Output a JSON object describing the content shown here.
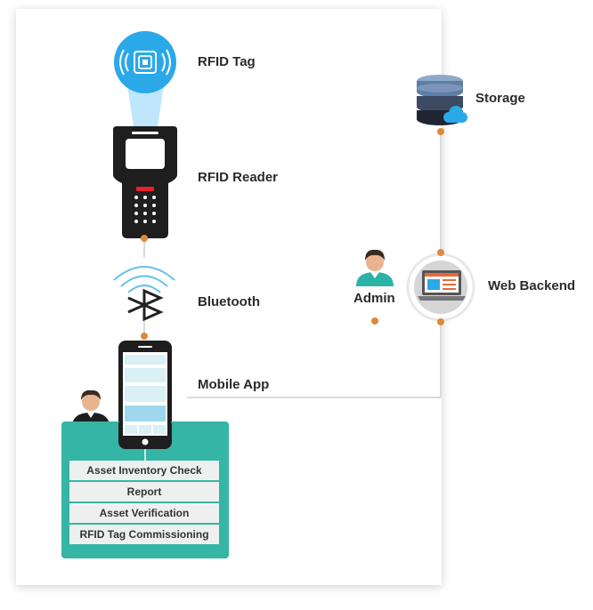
{
  "nodes": {
    "rfid_tag": "RFID Tag",
    "rfid_reader": "RFID Reader",
    "bluetooth": "Bluetooth",
    "mobile_app": "Mobile App",
    "storage": "Storage",
    "admin": "Admin",
    "web_backend": "Web Backend"
  },
  "mobile_functions": [
    "Asset Inventory Check",
    "Report",
    "Asset Verification",
    "RFID Tag Commissioning"
  ],
  "colors": {
    "accent_blue": "#2ba8e8",
    "teal_panel": "#35b5a5",
    "connector_dot": "#e0883a",
    "connector_line": "#cfcfcf",
    "reader_body": "#1e1e1e",
    "reader_key": "#e8202a"
  },
  "icons": [
    "rfid-tag-icon",
    "rfid-reader-icon",
    "bluetooth-icon",
    "smartphone-icon",
    "user-icon",
    "database-cloud-icon",
    "monitor-icon"
  ]
}
